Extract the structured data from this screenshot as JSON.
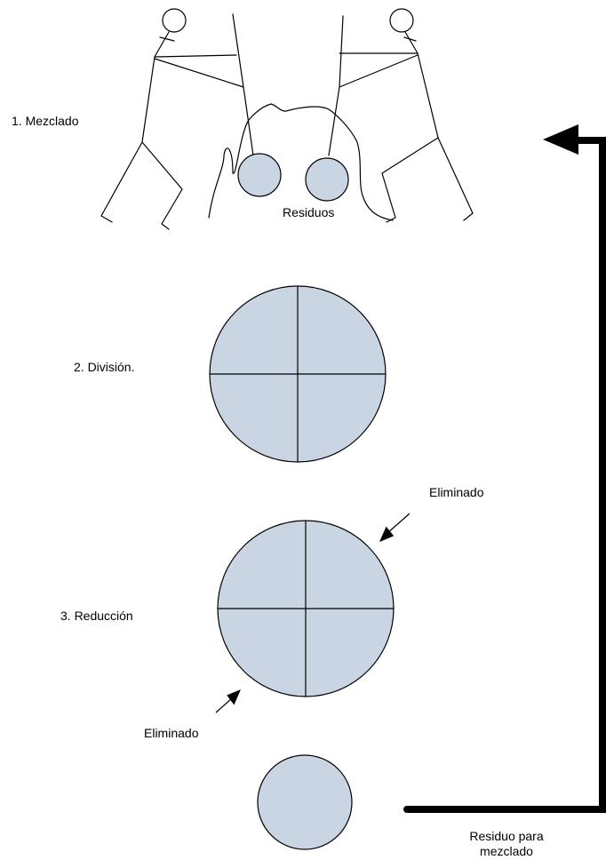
{
  "steps": {
    "mixing": "1. Mezclado",
    "division": "2. División.",
    "reduction": "3. Reducción"
  },
  "annotations": {
    "residues": "Residuos",
    "eliminated_top": "Eliminado",
    "eliminated_bottom": "Eliminado",
    "residue_line1": "Residuo para",
    "residue_line2": "mezclado"
  },
  "colors": {
    "fill": "#c9d5e3",
    "stroke": "#000000"
  }
}
